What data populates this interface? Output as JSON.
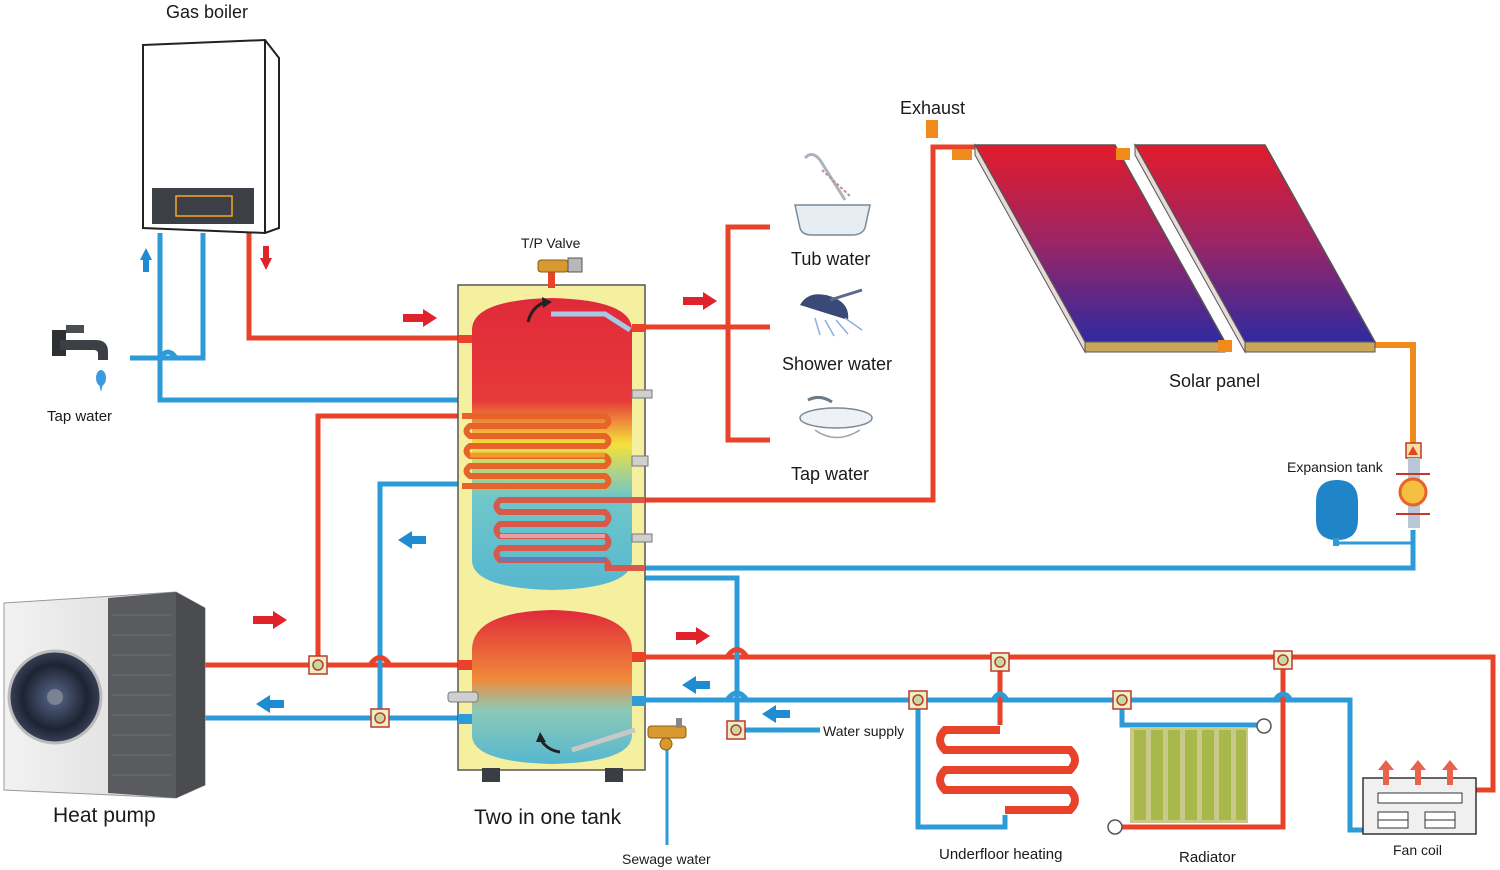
{
  "title": "",
  "labels": {
    "gas_boiler": "Gas boiler",
    "tap_water_left": "Tap water",
    "tp_valve": "T/P Valve",
    "tub_water": "Tub water",
    "shower_water": "Shower water",
    "tap_water_right": "Tap water",
    "exhaust": "Exhaust",
    "solar_panel": "Solar panel",
    "expansion_tank": "Expansion tank",
    "heat_pump": "Heat pump",
    "two_in_one_tank": "Two in one tank",
    "water_supply": "Water supply",
    "sewage_water": "Sewage water",
    "underfloor_heating": "Underfloor heating",
    "radiator": "Radiator",
    "fan_coil": "Fan coil"
  },
  "colors": {
    "hot_pipe": "#e8432a",
    "cold_pipe": "#2d9bd7",
    "solar_pipe": "#f08a1c",
    "tank_casing": "#f5f0a0",
    "arrow_hot": "#e0232a",
    "arrow_cold": "#1f8bd0",
    "panel_top": "#e11d2d",
    "panel_bottom": "#2b2a9a"
  }
}
